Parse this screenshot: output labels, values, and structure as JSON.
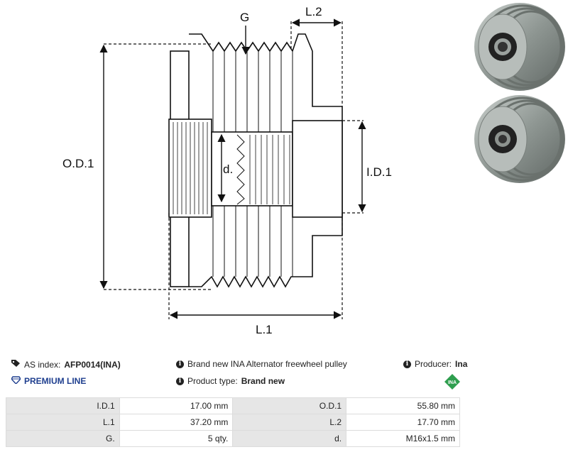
{
  "drawing": {
    "label_g": "G",
    "label_l2": "L.2",
    "label_od1": "O.D.1",
    "label_d": "d.",
    "label_id1": "I.D.1",
    "label_l1": "L.1"
  },
  "info": {
    "as_index_label": "AS index:",
    "as_index_value": "AFP0014(INA)",
    "premium_line": "PREMIUM LINE",
    "description": "Brand new INA Alternator freewheel pulley",
    "product_type_label": "Product type:",
    "product_type_value": "Brand new",
    "producer_label": "Producer:",
    "producer_value": "Ina",
    "badge_text": "INA"
  },
  "specs": [
    {
      "label1": "I.D.1",
      "value1": "17.00 mm",
      "label2": "O.D.1",
      "value2": "55.80 mm"
    },
    {
      "label1": "L.1",
      "value1": "37.20 mm",
      "label2": "L.2",
      "value2": "17.70 mm"
    },
    {
      "label1": "G.",
      "value1": "5 qty.",
      "label2": "d.",
      "value2": "M16x1.5 mm"
    }
  ],
  "colors": {
    "premium": "#1f3f8f",
    "badge_green": "#2e9e4e",
    "table_label_bg": "#e6e6e6"
  }
}
